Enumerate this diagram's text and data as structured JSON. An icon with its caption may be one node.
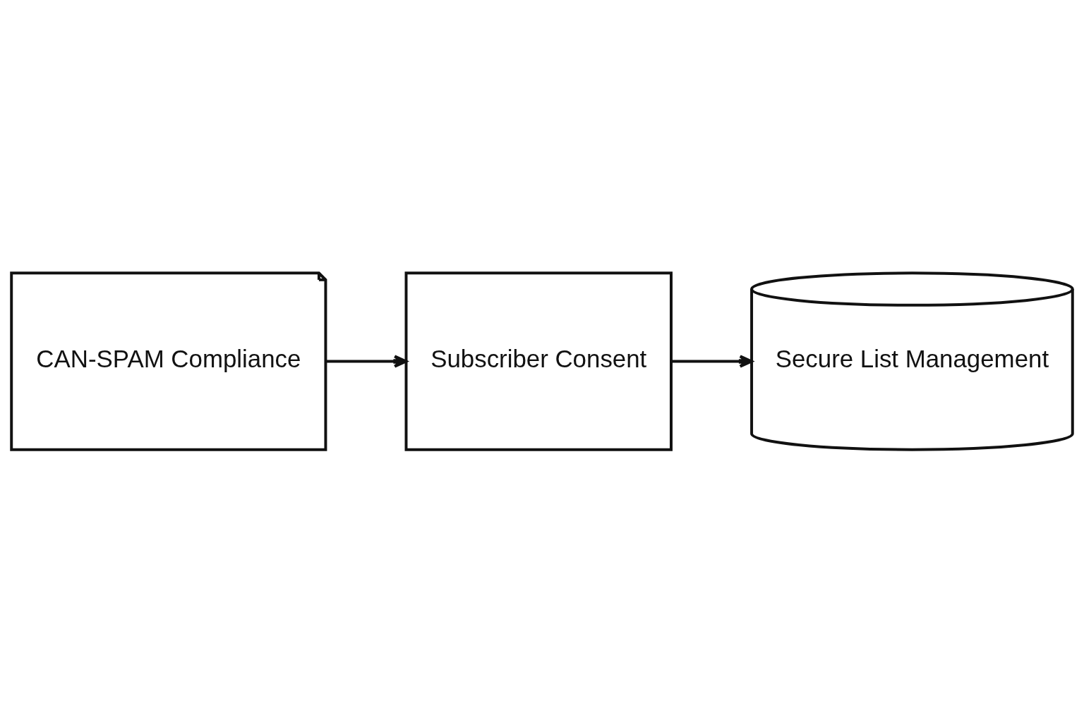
{
  "diagram": {
    "nodes": [
      {
        "text": [
          "CAN-SPAM Compliance"
        ]
      },
      {
        "text": [
          "Subscriber Consent"
        ]
      },
      {
        "text": [
          "Secure List Management"
        ]
      }
    ],
    "edges": [
      {
        "from": 0,
        "to": 1,
        "arrow": "to"
      },
      {
        "from": 1,
        "to": 2,
        "arrow": "to"
      }
    ]
  }
}
